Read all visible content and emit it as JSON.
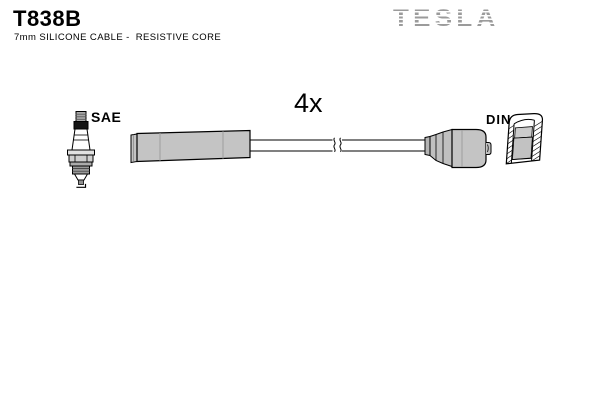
{
  "header": {
    "part_number": "T838B",
    "subtitle": "7mm SILICONE CABLE -  RESISTIVE CORE"
  },
  "brand": {
    "name": "TESLA"
  },
  "diagram": {
    "quantity_label": "4x",
    "sae_label": "SAE",
    "din_label": "DIN"
  },
  "colors": {
    "background": "#ffffff",
    "line": "#000000",
    "part_gray": "#c4c4c4",
    "dark_gray": "#9a9a9a",
    "brand_gray": "#9b9b9b"
  }
}
